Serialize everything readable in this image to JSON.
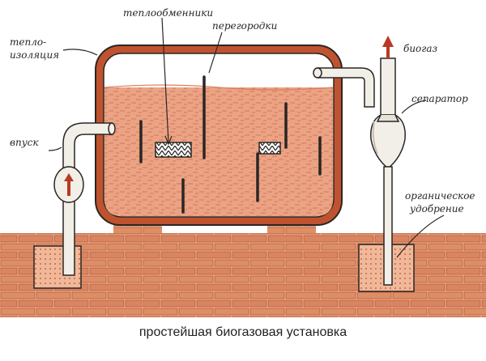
{
  "diagram": {
    "labels": {
      "insulation": [
        "тепло-",
        "изоляция"
      ],
      "heat_exchangers": "теплообменники",
      "partitions": "перегородки",
      "biogas": "биогаз",
      "inlet": "впуск",
      "separator": "сепаратор",
      "fertilizer": [
        "органическое",
        "удобрение"
      ]
    },
    "caption": "простейшая биогазовая установка",
    "colors": {
      "brick": "#c8663c",
      "brick_fill": "#e4a584",
      "mortar": "#f6dccb",
      "tank_wall": "#c0532f",
      "slurry": "#e69a7a",
      "gas_space": "#ffffff",
      "pipe": "#f2eee8",
      "ink": "#2a2624",
      "arrow": "#b83a22"
    }
  }
}
